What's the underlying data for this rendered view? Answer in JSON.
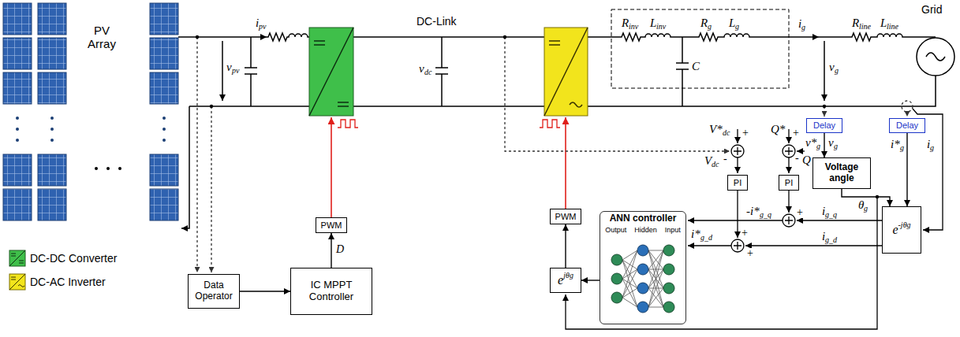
{
  "diagram": {
    "nodes": [
      {
        "text": [
          "PV Array"
        ]
      },
      {
        "text": [
          "Delay"
        ]
      },
      {
        "text": [
          "Delay"
        ]
      },
      {
        "text": [
          "Voltage angle"
        ]
      },
      {
        "text": [
          "PI"
        ]
      },
      {
        "text": [
          "PI"
        ]
      },
      {
        "text": [
          "PWM"
        ]
      },
      {
        "text": [
          "e",
          "-jθg"
        ]
      },
      {
        "text": [
          "PWM"
        ]
      },
      {
        "text": [
          "ANN controller",
          "Output",
          "Hidden",
          "Input"
        ]
      },
      {
        "text": [
          "e",
          "jθg"
        ]
      },
      {
        "text": [
          "Data Operator"
        ]
      },
      {
        "text": [
          "IC MPPT Controller"
        ]
      }
    ],
    "edges": [
      {
        "from": 11,
        "to": 12,
        "arrow": "to"
      },
      {
        "from": 12,
        "to": 8,
        "label": "D",
        "arrow": "to"
      },
      {
        "from": 9,
        "to": 10,
        "arrow": "to"
      },
      {
        "from": 10,
        "to": 6,
        "arrow": "to"
      },
      {
        "from": 1,
        "to": 3,
        "arrow": "to"
      },
      {
        "from": 3,
        "to": 7,
        "arrow": "to"
      },
      {
        "from": 2,
        "to": 7,
        "arrow": "to"
      }
    ],
    "labels": [
      "i",
      "pv",
      "v",
      "pv",
      "DC-Link",
      "v",
      "dc",
      "R",
      "inv",
      "L",
      "inv",
      "R",
      "g",
      "L",
      "g",
      "C",
      "i",
      "g",
      "v",
      "g",
      "R",
      "line",
      "L",
      "line",
      "Grid",
      "V*",
      "dc",
      "+",
      "V",
      "dc",
      "-",
      "Q*",
      "+",
      "Q",
      "-",
      "v*",
      "g",
      "v",
      "g",
      "i*",
      "g",
      "i",
      "g",
      "θ",
      "g",
      "i",
      "g_q",
      "i",
      "g_d",
      "-i*",
      "g_q",
      "+",
      "i*",
      "g_d",
      "+",
      "+"
    ],
    "legend": [
      {
        "text": "DC-DC Converter"
      },
      {
        "text": "DC-AC Inverter"
      }
    ]
  }
}
